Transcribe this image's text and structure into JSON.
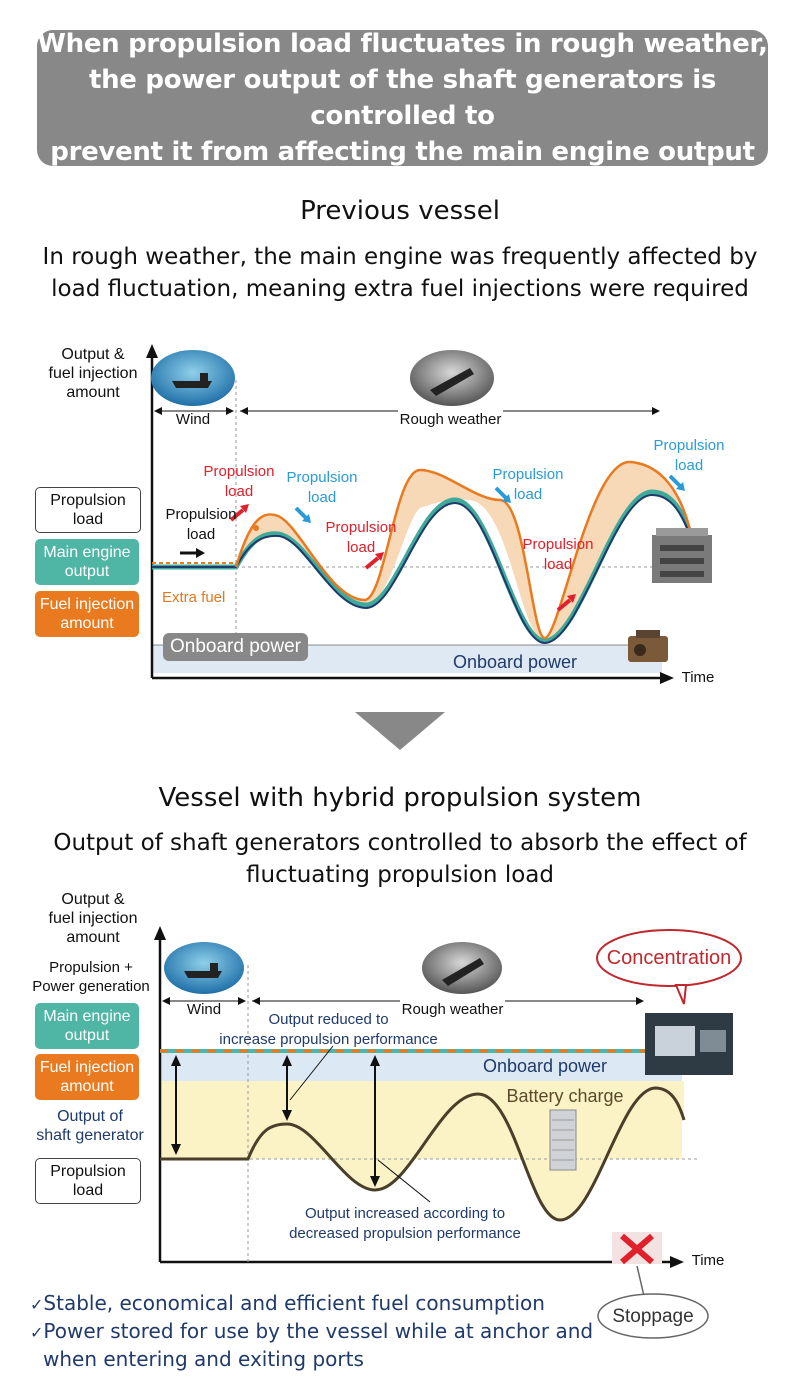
{
  "banner": {
    "line1": "When propulsion load fluctuates in rough weather,",
    "line2": "the power output of the shaft generators is controlled to",
    "line3": "prevent it from affecting the main engine output"
  },
  "previous": {
    "title": "Previous vessel",
    "subtitle_line1": "In rough weather, the main engine was frequently affected by",
    "subtitle_line2": "load fluctuation, meaning extra fuel injections were required",
    "yaxis_line1": "Output &",
    "yaxis_line2": "fuel injection",
    "yaxis_line3": "amount",
    "wind": "Wind",
    "rough": "Rough weather",
    "time": "Time",
    "legend": {
      "propulsion_1": "Propulsion",
      "propulsion_2": "load",
      "main_engine_1": "Main engine",
      "main_engine_2": "output",
      "fuel_1": "Fuel injection",
      "fuel_2": "amount"
    },
    "pl_black_1": "Propulsion",
    "pl_black_2": "load",
    "pl_red_1": "Propulsion",
    "pl_red_2": "load",
    "pl_blue_1": "Propulsion",
    "pl_blue_2": "load",
    "extra_fuel": "Extra fuel",
    "onboard_power_box": "Onboard power",
    "onboard_power": "Onboard power"
  },
  "hybrid": {
    "title": "Vessel with hybrid propulsion system",
    "subtitle_line1": "Output of shaft generators controlled to absorb the effect of",
    "subtitle_line2": "fluctuating propulsion load",
    "yaxis_line1": "Output &",
    "yaxis_line2": "fuel injection",
    "yaxis_line3": "amount",
    "pp_line1": "Propulsion +",
    "pp_line2": "Power generation",
    "legend": {
      "main_engine_1": "Main engine",
      "main_engine_2": "output",
      "fuel_1": "Fuel injection",
      "fuel_2": "amount",
      "shaft_1": "Output of",
      "shaft_2": "shaft generator",
      "propulsion_1": "Propulsion",
      "propulsion_2": "load"
    },
    "wind": "Wind",
    "rough": "Rough weather",
    "reduced_1": "Output reduced to",
    "reduced_2": "increase propulsion performance",
    "onboard_power": "Onboard power",
    "battery": "Battery charge",
    "increased_1": "Output increased according to",
    "increased_2": "decreased propulsion performance",
    "concentration": "Concentration",
    "stoppage": "Stoppage",
    "time": "Time"
  },
  "benefits": {
    "check1": "Stable, economical and efficient fuel consumption",
    "check2_line1": "Power stored for use by the vessel while at anchor and",
    "check2_line2": "when entering and exiting ports"
  },
  "colors": {
    "teal": "#4fb6a6",
    "orange": "#e97a1f",
    "red": "#e0202a",
    "blue": "#2a9ad8",
    "navy": "#1f3a6b",
    "gray_banner": "#888888"
  }
}
